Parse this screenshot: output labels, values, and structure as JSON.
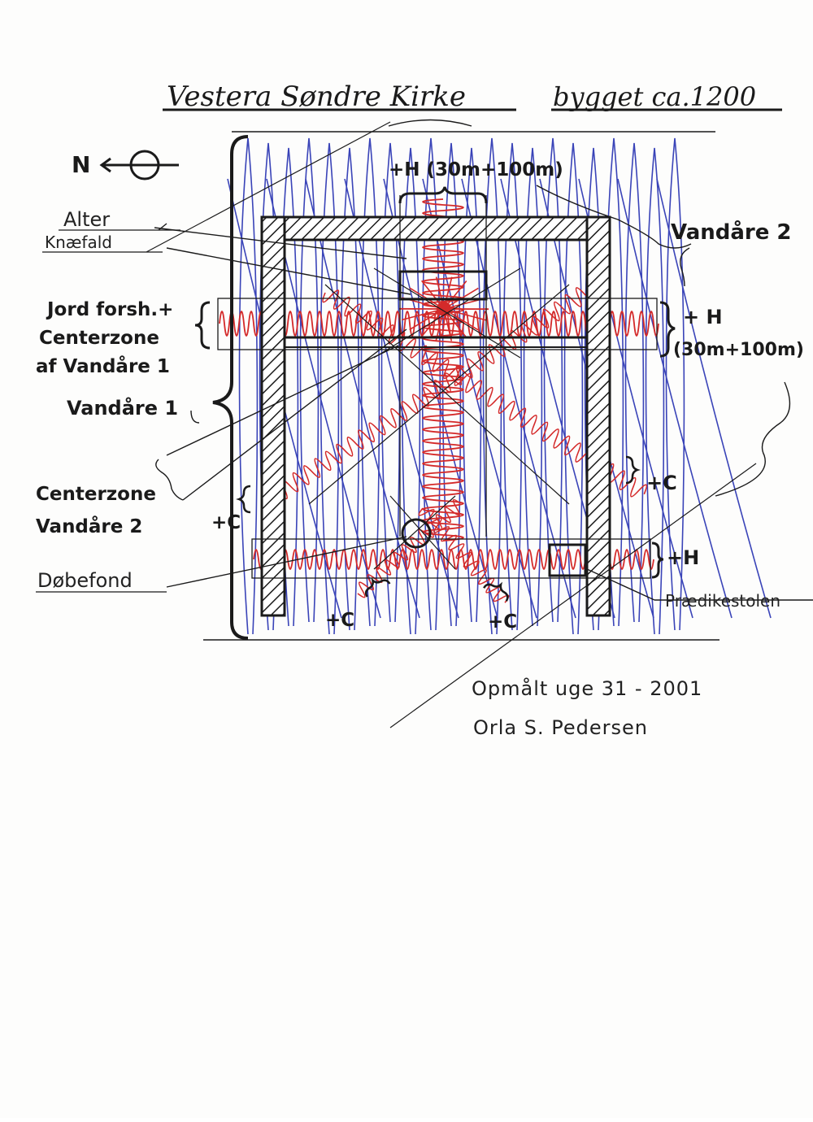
{
  "title": {
    "name": "Vestera Søndre Kirke",
    "built": "bygget ca.1200"
  },
  "compass": {
    "letter": "N"
  },
  "labels": {
    "alter": "Alter",
    "knaefald": "Knæfald",
    "jord_line1": "Jord forsh.+",
    "jord_line2": "Centerzone",
    "jord_line3": "af Vandåre 1",
    "vandare1": "Vandåre 1",
    "center2_line1": "Centerzone",
    "center2_line2": "Vandåre 2",
    "dobefond": "Døbefond",
    "vandare2": "Vandåre 2",
    "top_h": "+H (30m+100m)",
    "right_h_line1": "+ H",
    "right_h_line2": "(30m+100m)",
    "right_c": "+C",
    "left_c": "+C",
    "bottom_c_left": "+C",
    "bottom_c_right": "+C",
    "lower_h": "+H",
    "pradikestolen": "Prædikestolen"
  },
  "signature": {
    "line1": "Opmålt uge 31 - 2001",
    "line2": "Orla S. Pedersen"
  },
  "colors": {
    "ink": "#1a1a1a",
    "red": "#d42a2a",
    "blue": "#3a44b8"
  }
}
